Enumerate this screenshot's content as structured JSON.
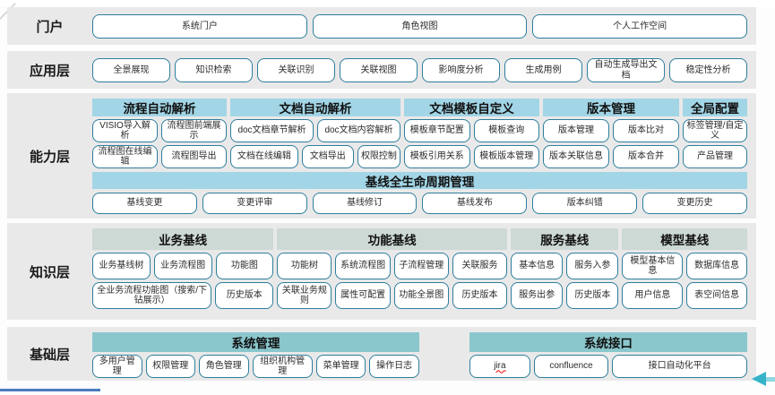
{
  "colors": {
    "layer_band_bg": "#e9e9e9",
    "capability_header_bg": "#a2d5e6",
    "knowledge_header_bg": "#cdd9d5",
    "foundation_header_bg": "#8ac7cd",
    "banner_bg": "#a2d5e6",
    "button_border": "#2e7e9c",
    "bottom_line_blue": "#4a7cc0",
    "arrow_teal": "#36b3c8"
  },
  "layers": {
    "portal": {
      "label": "门户",
      "buttons": [
        "系统门户",
        "角色视图",
        "个人工作空间"
      ]
    },
    "application": {
      "label": "应用层",
      "buttons": [
        "全景展现",
        "知识检索",
        "关联识别",
        "关联视图",
        "影响度分析",
        "生成用例",
        "自动生成导出文档",
        "稳定性分析"
      ]
    },
    "capability": {
      "label": "能力层",
      "groups": [
        {
          "id": "process-auto-parse",
          "title": "流程自动解析",
          "rows": [
            [
              "VISIO导入解析",
              "流程图前端展示"
            ],
            [
              "流程图在线编辑",
              "流程图导出"
            ]
          ]
        },
        {
          "id": "doc-auto-parse",
          "title": "文档自动解析",
          "rows": [
            [
              "doc文档章节解析",
              "doc文档内容解析"
            ],
            [
              "文档在线编辑",
              "文档导出",
              "权限控制"
            ]
          ]
        },
        {
          "id": "doc-template-custom",
          "title": "文档模板自定义",
          "rows": [
            [
              "模板章节配置",
              "模板查询"
            ],
            [
              "模板引用关系",
              "模板版本管理"
            ]
          ]
        },
        {
          "id": "version-management",
          "title": "版本管理",
          "rows": [
            [
              "版本管理",
              "版本比对"
            ],
            [
              "版本关联信息",
              "版本合并"
            ]
          ]
        },
        {
          "id": "global-config",
          "title": "全局配置",
          "rows": [
            [
              "标签管理/自定义"
            ],
            [
              "产品管理"
            ]
          ]
        }
      ],
      "banner_title": "基线全生命周期管理",
      "banner_buttons": [
        "基线变更",
        "变更评审",
        "基线修订",
        "基线发布",
        "版本纠错",
        "变更历史"
      ]
    },
    "knowledge": {
      "label": "知识层",
      "groups": [
        {
          "id": "business-baseline",
          "title": "业务基线",
          "rows": [
            [
              "业务基线树",
              "业务流程图",
              "功能图"
            ],
            [
              "全业务流程功能图（搜索/下钻展示）",
              "历史版本"
            ]
          ]
        },
        {
          "id": "function-baseline",
          "title": "功能基线",
          "rows": [
            [
              "功能树",
              "系统流程图",
              "子流程管理",
              "关联服务"
            ],
            [
              "关联业务规则",
              "属性可配置",
              "功能全景图",
              "历史版本"
            ]
          ]
        },
        {
          "id": "service-baseline",
          "title": "服务基线",
          "rows": [
            [
              "基本信息",
              "服务入参"
            ],
            [
              "服务出参",
              "历史版本"
            ]
          ]
        },
        {
          "id": "model-baseline",
          "title": "模型基线",
          "rows": [
            [
              "模型基本信息",
              "数据库信息"
            ],
            [
              "用户信息",
              "表空间信息"
            ]
          ]
        }
      ]
    },
    "foundation": {
      "label": "基础层",
      "groups": [
        {
          "id": "system-management",
          "title": "系统管理",
          "rows": [
            [
              "多用户管理",
              "权限管理",
              "角色管理",
              "组织机构管理",
              "菜单管理",
              "操作日志"
            ]
          ]
        },
        {
          "id": "system-interface",
          "title": "系统接口",
          "rows": [
            [
              "jira",
              "confluence",
              "接口自动化平台"
            ]
          ]
        }
      ]
    }
  },
  "decorations": {
    "spellcheck_label": "jira"
  }
}
